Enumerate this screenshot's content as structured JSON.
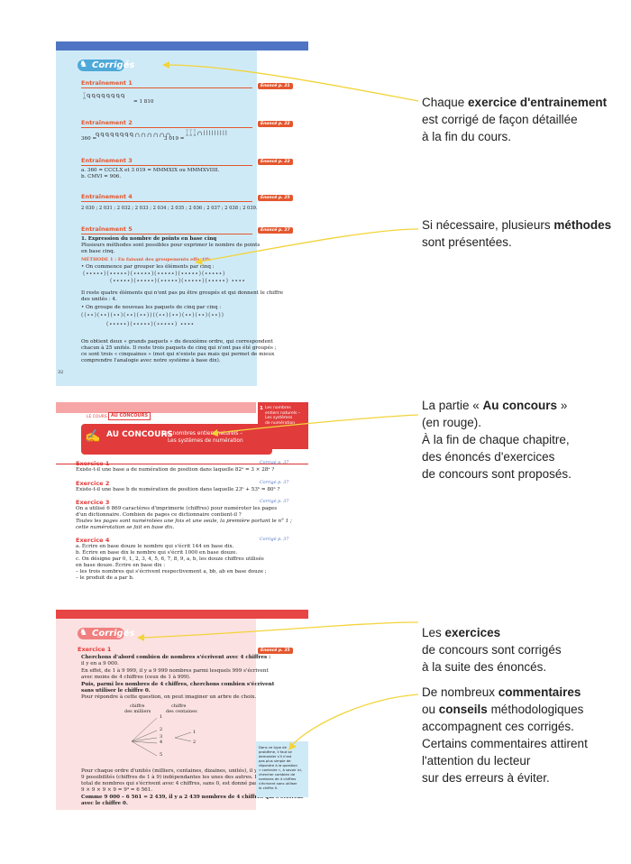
{
  "page1": {
    "header_pill": "Corrigés",
    "sections": [
      {
        "title": "Entraînement 1",
        "tag": "Énoncé p. 21",
        "lines": [
          "= 1 810"
        ]
      },
      {
        "title": "Entraînement 2",
        "tag": "Énoncé p. 22",
        "lines": [
          "360 =",
          "3 019 ="
        ]
      },
      {
        "title": "Entraînement 3",
        "tag": "Énoncé p. 22",
        "lines": [
          "a. 360 = CCCLX    et  3 019 = MMMXIX    ou    MMMXVIIII.",
          "b. CMVI = 906."
        ]
      },
      {
        "title": "Entraînement 4",
        "tag": "Énoncé p. 25",
        "lines": [
          "2 030 ; 2 031 ; 2 032 ; 2 033 ; 2 034 ; 2 035 ; 2 036 ; 2 037 ; 2 038 ; 2 039."
        ]
      },
      {
        "title": "Entraînement 5",
        "tag": "Énoncé p. 27",
        "lines": [
          "1. Expression du nombre de points en base cinq",
          "Plusieurs méthodes sont possibles pour exprimer le nombre de points",
          "en base cinq.",
          "MÉTHODE 1 : En faisant des groupements effectifs",
          "• On commence par grouper les éléments par cinq :",
          "Il reste quatre éléments qui n'ont pas pu être groupés et qui donnent le chiffre",
          "des unités : 4.",
          "• On groupe de nouveau les paquets de cinq par cinq :",
          "On obtient deux « grands paquets » du deuxième ordre, qui correspondent",
          "chacun à 25 unités. Il reste trois paquets de cinq qui n'ont pas été groupés ;",
          "ce sont trois « cinquaines » (mot qui n'existe pas mais qui permet de mieux",
          "comprendre l'analogie avec notre système à base dix)."
        ]
      }
    ],
    "page_number": "32"
  },
  "page2": {
    "header_small": "LE COURS",
    "header_tab": "AU CONCOURS",
    "chapter_num": "1",
    "chapter_side": [
      "Les nombres",
      "entiers naturels –",
      "Les systèmes",
      "de numération"
    ],
    "banner_title": "AU CONCOURS",
    "banner_sub": [
      "Les nombres entiers naturels –",
      "Les systèmes de numération"
    ],
    "exercises": [
      {
        "title": "Exercice 1",
        "tag": "Corrigé p. 37",
        "lines": [
          "Existe-t-il une base a de numération de position dans laquelle  82ᵃ = 3 × 28ᵃ ?"
        ]
      },
      {
        "title": "Exercice 2",
        "tag": "Corrigé p. 37",
        "lines": [
          "Existe-t-il une base b de numération de position dans laquelle  23ᵇ + 53ᵇ = 80ᵇ ?"
        ]
      },
      {
        "title": "Exercice 3",
        "tag": "Corrigé p. 37",
        "lines": [
          "On a utilisé 6 869 caractères d'imprimerie (chiffres) pour numéroter les pages",
          "d'un dictionnaire. Combien de pages ce dictionnaire contient-il ?",
          "Toutes les pages sont numérotées une fois et une seule, la première portant le n° 1 ;",
          "cette numérotation se fait en base dix."
        ]
      },
      {
        "title": "Exercice 4",
        "tag": "Corrigé p. 37",
        "lines": [
          "a. Écrire en base douze le nombre qui s'écrit 144 en base dix.",
          "b. Écrire en base dix le nombre qui s'écrit 1000 en base douze.",
          "c. On désigne par 0, 1, 2, 3, 4, 5, 6, 7, 8, 9, a, b, les douze chiffres utilisés",
          "en base douze. Écrire en base dix :",
          "– les trois nombres qui s'écrivent respectivement a, bb, ab en base douze ;",
          "– le produit de a par b."
        ]
      }
    ]
  },
  "page3": {
    "header_pill": "Corrigés",
    "exercise_title": "Exercice 1",
    "tag": "Énoncé p. 35",
    "lines": [
      "Cherchons d'abord combien de nombres s'écrivent avec 4 chiffres :",
      "il y en a 9 000.",
      "En effet, de 1 à 9 999, il y a 9 999 nombres parmi lesquels 999 s'écrivent",
      "avec moins de 4 chiffres (ceux de 1 à 999).",
      "Puis, parmi les nombres de 4 chiffres, cherchons combien s'écrivent",
      "sans utiliser le chiffre 0.",
      "Pour répondre à cette question, on peut imaginer un arbre de choix."
    ],
    "tree_labels": [
      "chiffre",
      "des milliers",
      "chiffre",
      "des centaines"
    ],
    "tree_numbers": [
      "1",
      "2",
      "3",
      "4",
      "5",
      "1",
      "2"
    ],
    "lines_after": [
      "Pour chaque ordre d'unités (milliers, centaines, dizaines, unités), il y a",
      "9 possibilités (chiffres de 1 à 9) indépendantes les unes des autres. Le nombre",
      "total de nombres qui s'écrivent avec 4 chiffres, sans 0, est donné par le calcul :",
      "9 × 9 × 9 × 9 = 9⁴ = 6 561.",
      "Comme 9 000 – 6 561 = 2 439, il y a 2 439 nombres de 4 chiffres qui s'écrivent",
      "avec le chiffre 0."
    ],
    "note": [
      "Dans ce type de",
      "problème, il faut se",
      "demander s'il n'est",
      "pas plus simple de",
      "répondre à la question",
      "« contraire », à savoir ici,",
      "chercher combien de",
      "nombres de 4 chiffres",
      "s'écrivent sans utiliser",
      "le chiffre 0."
    ]
  },
  "annotations": {
    "a1": [
      "Chaque ",
      "exercice d'entrainement",
      "est corrigé de façon détaillée",
      "à la fin du cours."
    ],
    "a2": [
      "Si nécessaire, plusieurs ",
      "méthodes",
      "sont présentées."
    ],
    "a3": [
      "La partie « ",
      "Au concours",
      " »",
      "(en rouge).",
      "À la fin de chaque chapitre,",
      "des énoncés d'exercices",
      "de concours sont proposés."
    ],
    "a4": [
      "Les ",
      "exercices",
      "de concours sont corrigés",
      "à la suite des énoncés."
    ],
    "a5": [
      "De nombreux ",
      "commentaires",
      "ou ",
      "conseils",
      " méthodologiques",
      "accompagnent ces corrigés.",
      "Certains commentaires attirent",
      "l'attention du lecteur",
      "sur des erreurs à éviter."
    ]
  },
  "colors": {
    "blue": "#4f74c4",
    "lightblue": "#cfeaf7",
    "red": "#e23b3b",
    "pink": "#fbe1e1",
    "orange": "#e4572e",
    "arrow": "#f2d43a"
  }
}
